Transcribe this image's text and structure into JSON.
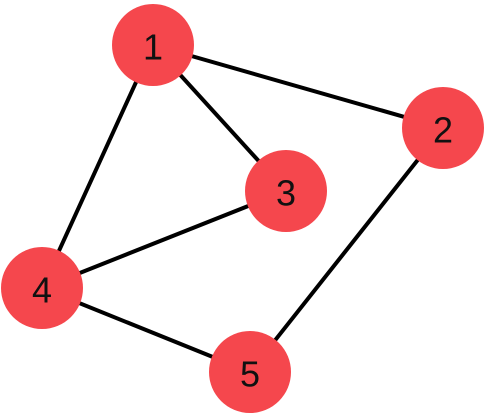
{
  "graph": {
    "node_color": "#f5474d",
    "edge_color": "#000000",
    "label_color": "#111111",
    "nodes": [
      {
        "id": "1",
        "label": "1"
      },
      {
        "id": "2",
        "label": "2"
      },
      {
        "id": "3",
        "label": "3"
      },
      {
        "id": "4",
        "label": "4"
      },
      {
        "id": "5",
        "label": "5"
      }
    ],
    "edges": [
      {
        "from": "1",
        "to": "2"
      },
      {
        "from": "1",
        "to": "3"
      },
      {
        "from": "1",
        "to": "4"
      },
      {
        "from": "3",
        "to": "4"
      },
      {
        "from": "4",
        "to": "5"
      },
      {
        "from": "5",
        "to": "2"
      }
    ]
  }
}
